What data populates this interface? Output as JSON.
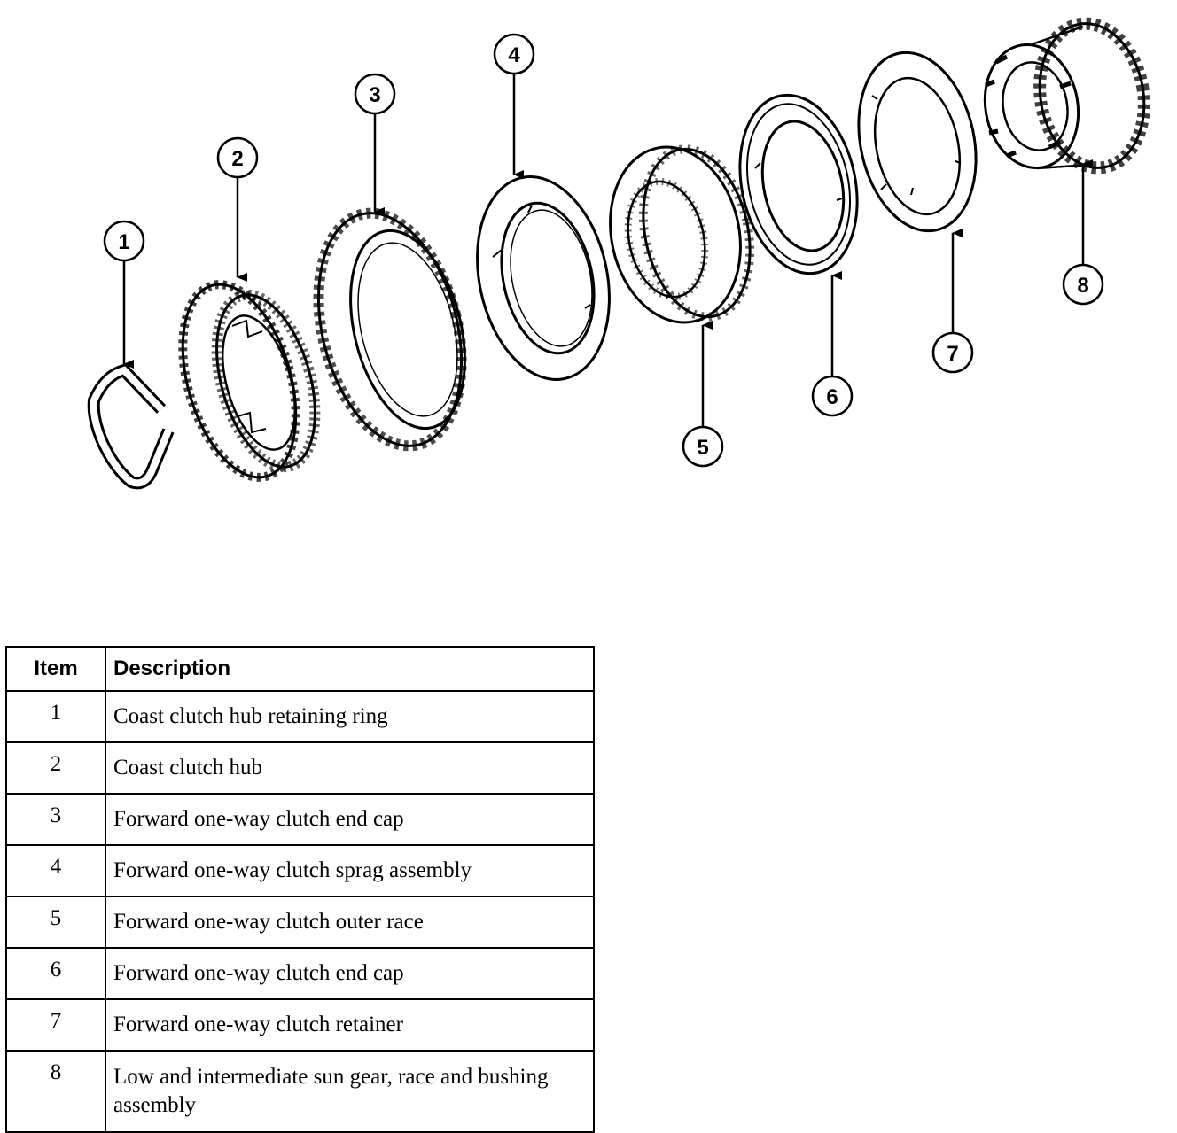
{
  "diagram": {
    "callouts": [
      "1",
      "2",
      "3",
      "4",
      "5",
      "6",
      "7",
      "8"
    ]
  },
  "table": {
    "headers": {
      "item": "Item",
      "description": "Description"
    },
    "rows": [
      {
        "item": "1",
        "description": "Coast clutch hub retaining ring"
      },
      {
        "item": "2",
        "description": "Coast clutch hub"
      },
      {
        "item": "3",
        "description": "Forward one-way clutch end cap"
      },
      {
        "item": "4",
        "description": "Forward one-way clutch sprag assembly"
      },
      {
        "item": "5",
        "description": "Forward one-way clutch outer race"
      },
      {
        "item": "6",
        "description": "Forward one-way clutch end cap"
      },
      {
        "item": "7",
        "description": "Forward one-way clutch retainer"
      },
      {
        "item": "8",
        "description": "Low and intermediate sun gear, race and bushing assembly"
      }
    ]
  }
}
